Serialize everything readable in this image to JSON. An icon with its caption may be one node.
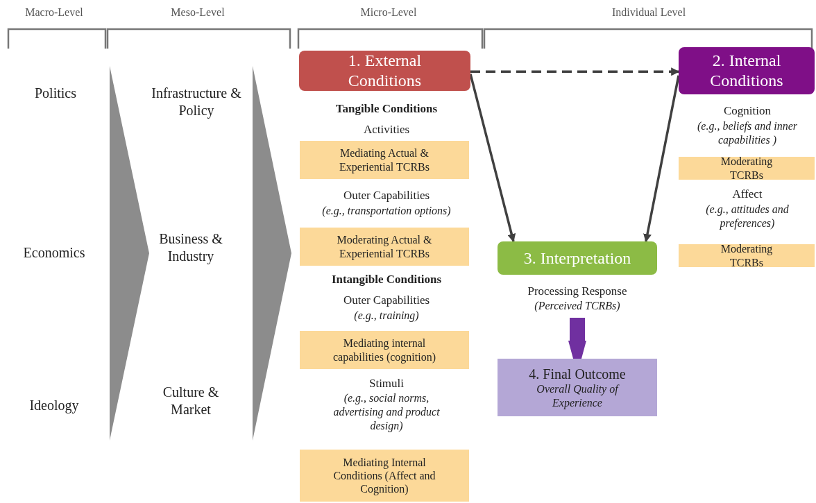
{
  "diagram": {
    "nodes": [
      {
        "text": [
          "1. External Conditions"
        ]
      },
      {
        "text": [
          "2. Internal Conditions"
        ]
      },
      {
        "text": [
          "Mediating Actual & Experiential TCRBs"
        ]
      },
      {
        "text": [
          "Moderating TCRBs"
        ]
      },
      {
        "text": [
          "Moderating Actual & Experiential TCRBs"
        ]
      },
      {
        "text": [
          "3. Interpretation"
        ]
      },
      {
        "text": [
          "Moderating TCRBs"
        ]
      },
      {
        "text": [
          "Processing Response",
          "(Perceived TCRBs)"
        ]
      },
      {
        "text": [
          "Mediating internal capabilities (cognition)"
        ]
      },
      {
        "text": [
          "4. Final Outcome",
          "Overall Quality of Experience"
        ]
      },
      {
        "text": [
          "Mediating Internal Conditions (Affect and Cognition)"
        ]
      }
    ],
    "edges": [
      {
        "from": 0,
        "to": 1,
        "arrow": "to",
        "style": "dashed"
      },
      {
        "from": 0,
        "to": 5,
        "arrow": "to"
      },
      {
        "from": 1,
        "to": 5,
        "arrow": "to"
      },
      {
        "from": 7,
        "to": 9,
        "arrow": "to",
        "style": "thick",
        "color": "#7030a0"
      }
    ],
    "labels": [
      "Macro-Level",
      "Meso-Level",
      "Micro-Level",
      "Individual Level",
      "Politics",
      "Infrastructure & Policy",
      "Tangible Conditions",
      "Activities",
      "Cognition",
      "(e.g., beliefs and inner capabilities )",
      "Outer Capabilities",
      "(e.g., transportation options)",
      "Affect",
      "(e.g., attitudes and preferences)",
      "Economics",
      "Business & Industry",
      "Intangible Conditions",
      "Outer Capabilities",
      "(e.g., training)",
      "Stimuli",
      "(e.g., social norms, advertising and product design)",
      "Ideology",
      "Culture & Market"
    ]
  }
}
